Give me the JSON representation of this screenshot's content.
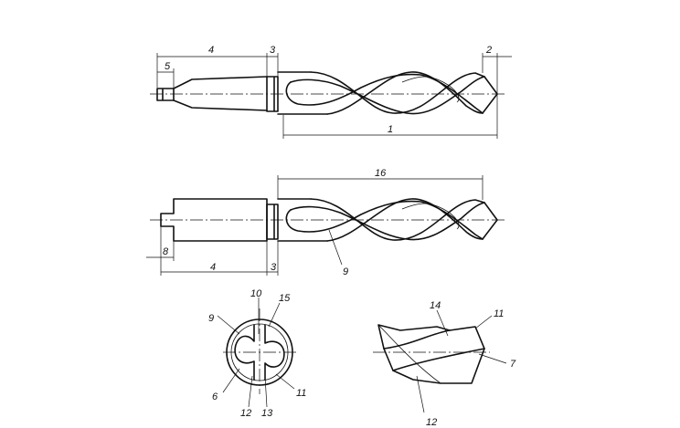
{
  "labels": {
    "top_shank_length": "4",
    "top_neck": "3",
    "top_tang": "5",
    "top_point": "2",
    "top_total": "1",
    "mid_flute_length": "16",
    "mid_shank_length": "4",
    "mid_neck": "3",
    "mid_tang": "8",
    "mid_groove": "9",
    "sec_land_top": "10",
    "sec_flank": "15",
    "sec_groove": "9",
    "sec_back": "6",
    "sec_web_left": "12",
    "sec_web_right": "13",
    "sec_margin": "11",
    "tip_face": "14",
    "tip_lip": "11",
    "tip_edge": "7",
    "tip_flute": "12"
  }
}
